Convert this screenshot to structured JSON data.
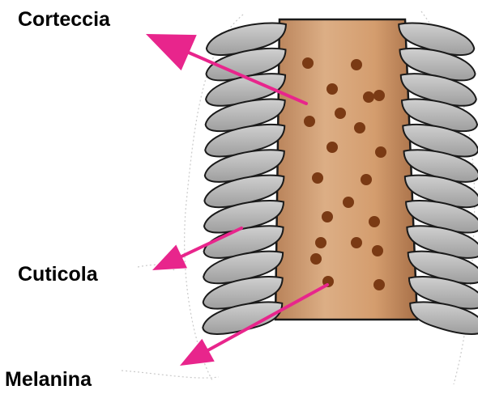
{
  "labels": {
    "cortex": "Corteccia",
    "cuticle": "Cuticola",
    "melanin": "Melanina"
  },
  "colors": {
    "cortex_fill": "#d7a172",
    "cortex_shade": "#b07a50",
    "cuticle_fill": "#b7b7b7",
    "cuticle_stroke": "#1a1a1a",
    "melanin_dot": "#7a3a14",
    "arrow": "#e8258c",
    "label_text": "#000000"
  },
  "melanin_granule_count": 21,
  "cuticle_scales_per_side": 12
}
